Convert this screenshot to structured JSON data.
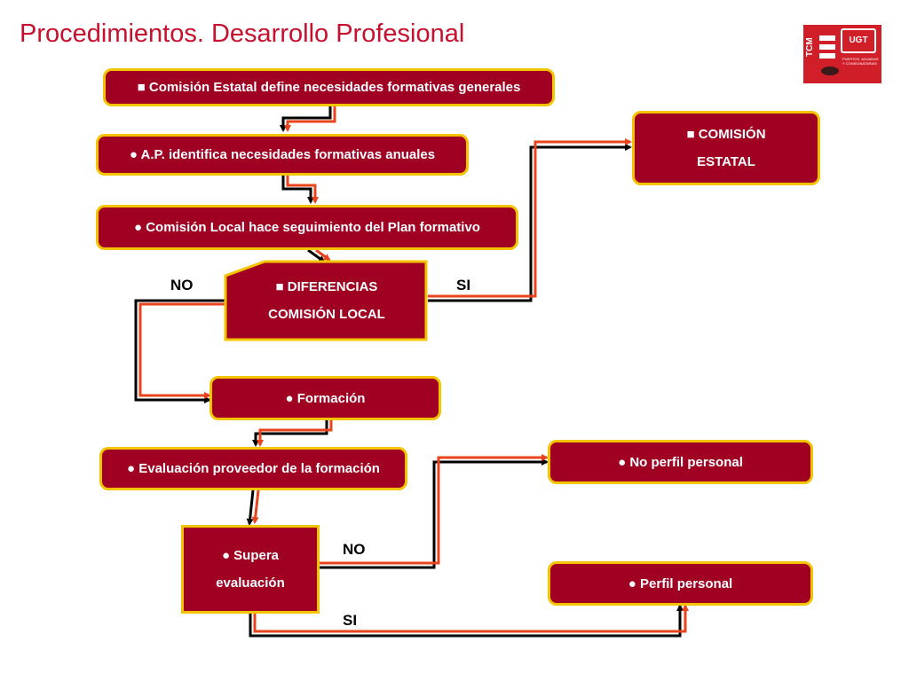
{
  "title": "Procedimientos. Desarrollo Profesional",
  "logo": {
    "tcm": "TCM",
    "ugt": "UGT",
    "subtitle": "PUERTOS, ADUANAS Y CONSIGNATARIAS"
  },
  "nodes": {
    "comision_estatal_define": "■ Comisión Estatal define necesidades formativas generales",
    "ap_identifica": "● A.P. identifica necesidades formativas anuales",
    "comision_local_seguimiento": "● Comisión Local hace seguimiento del Plan formativo",
    "diferencias_line1": "■   DIFERENCIAS",
    "diferencias_line2": "COMISIÓN LOCAL",
    "comision_estatal_line1": "■  COMISIÓN",
    "comision_estatal_line2": "ESTATAL",
    "formacion": "● Formación",
    "evaluacion_proveedor": "● Evaluación proveedor de la formación",
    "supera_line1": "●  Supera",
    "supera_line2": "evaluación",
    "no_perfil": "● No perfil personal",
    "perfil": "● Perfil personal"
  },
  "labels": {
    "no_left": "NO",
    "si_right": "SI",
    "no_bottom": "NO",
    "si_bottom": "SI"
  },
  "colors": {
    "title": "#c8102e",
    "box_fill": "#a00022",
    "box_border": "#f5c400",
    "connector_dark": "#000000",
    "connector_accent": "#e8431c"
  }
}
